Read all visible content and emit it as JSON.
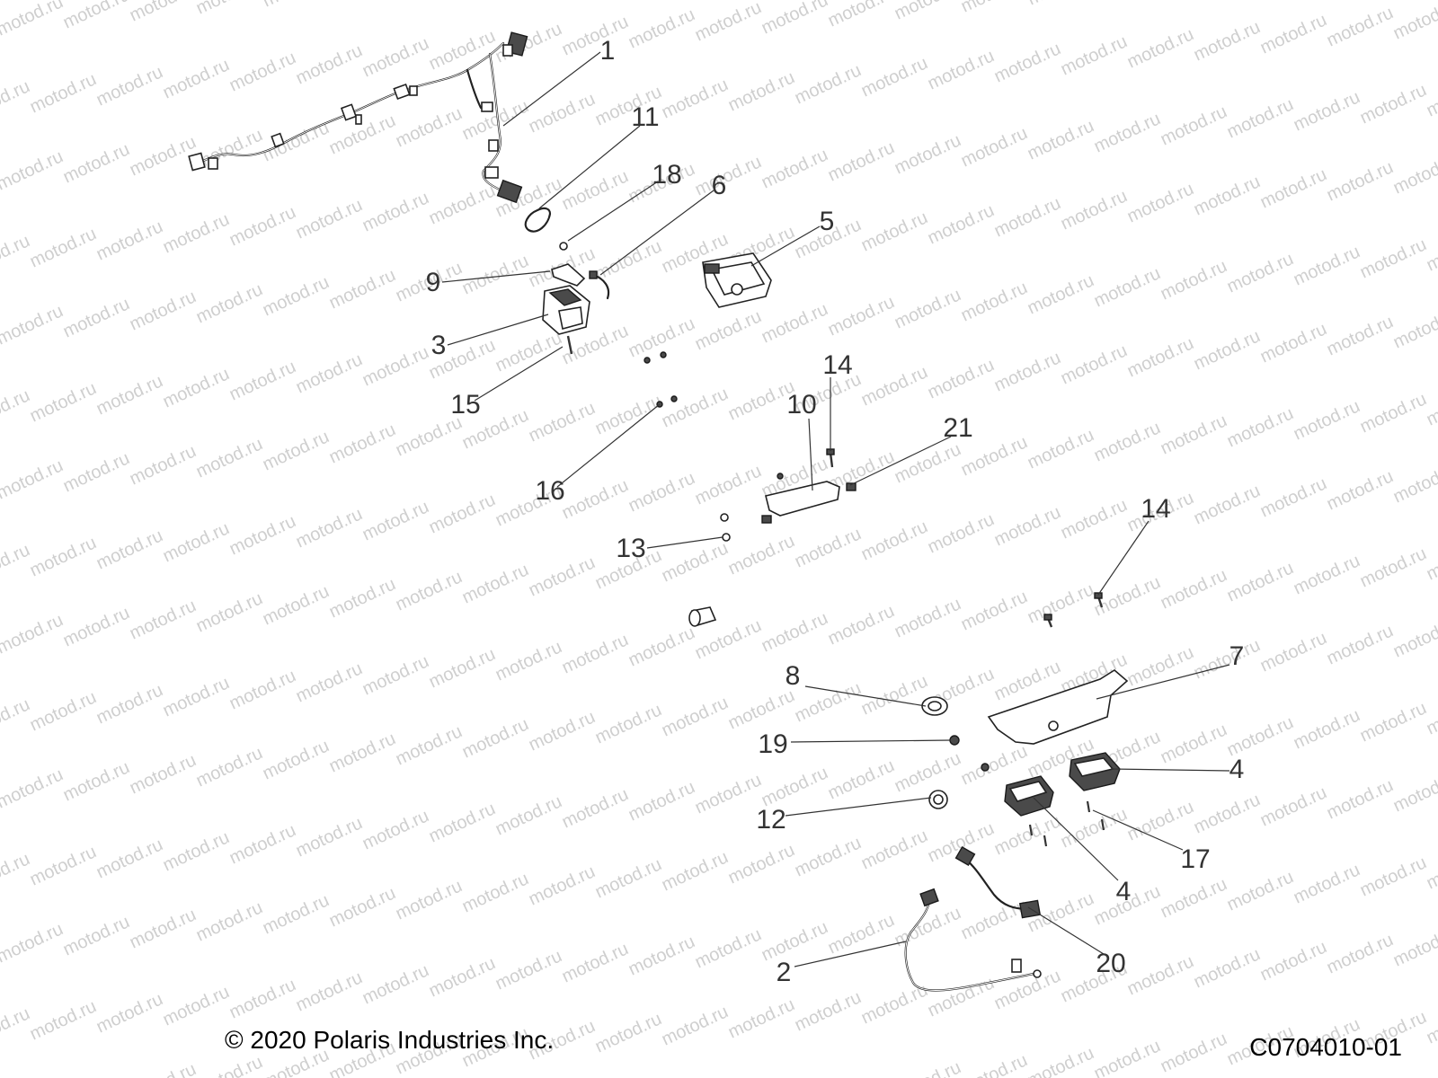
{
  "watermark": {
    "text": "motod.ru"
  },
  "callouts": [
    {
      "label": "1"
    },
    {
      "label": "11"
    },
    {
      "label": "18"
    },
    {
      "label": "6"
    },
    {
      "label": "5"
    },
    {
      "label": "9"
    },
    {
      "label": "3"
    },
    {
      "label": "15"
    },
    {
      "label": "16"
    },
    {
      "label": "14"
    },
    {
      "label": "10"
    },
    {
      "label": "21"
    },
    {
      "label": "13"
    },
    {
      "label": "14"
    },
    {
      "label": "7"
    },
    {
      "label": "8"
    },
    {
      "label": "19"
    },
    {
      "label": "4"
    },
    {
      "label": "12"
    },
    {
      "label": "4"
    },
    {
      "label": "17"
    },
    {
      "label": "2"
    },
    {
      "label": "20"
    }
  ],
  "footer": {
    "copyright": "© 2020 Polaris Industries Inc.",
    "diagram_id": "C0704010-01"
  }
}
